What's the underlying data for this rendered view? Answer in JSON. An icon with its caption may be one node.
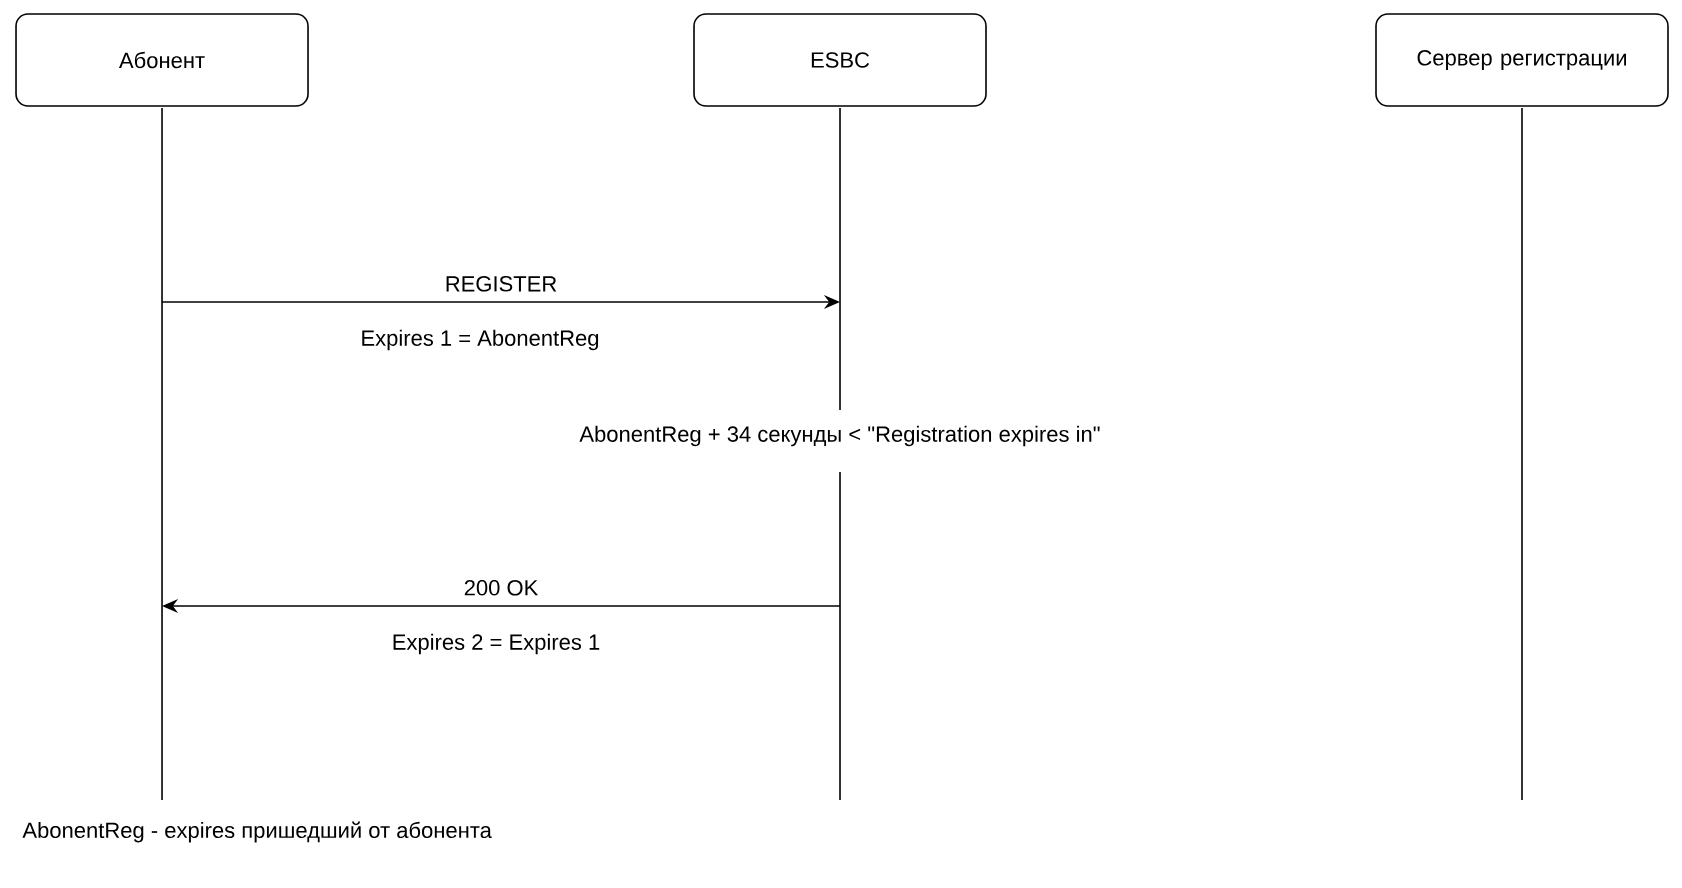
{
  "diagram": {
    "nodes": [
      {
        "text": [
          "Абонент"
        ]
      },
      {
        "text": [
          "ESBC"
        ]
      },
      {
        "text": [
          "Сервер регистрации"
        ]
      }
    ],
    "edges": [
      {
        "from": 0,
        "to": 1,
        "arrow": "to",
        "label": "REGISTER"
      },
      {
        "from": 1,
        "to": 0,
        "arrow": "to",
        "label": "200 OK"
      }
    ],
    "labels": [
      "Expires 1 = AbonentReg",
      "AbonentReg + 34 секунды < \"Registration expires in\"",
      "Expires 2 = Expires 1",
      "AbonentReg - expires пришедший от абонента"
    ]
  }
}
